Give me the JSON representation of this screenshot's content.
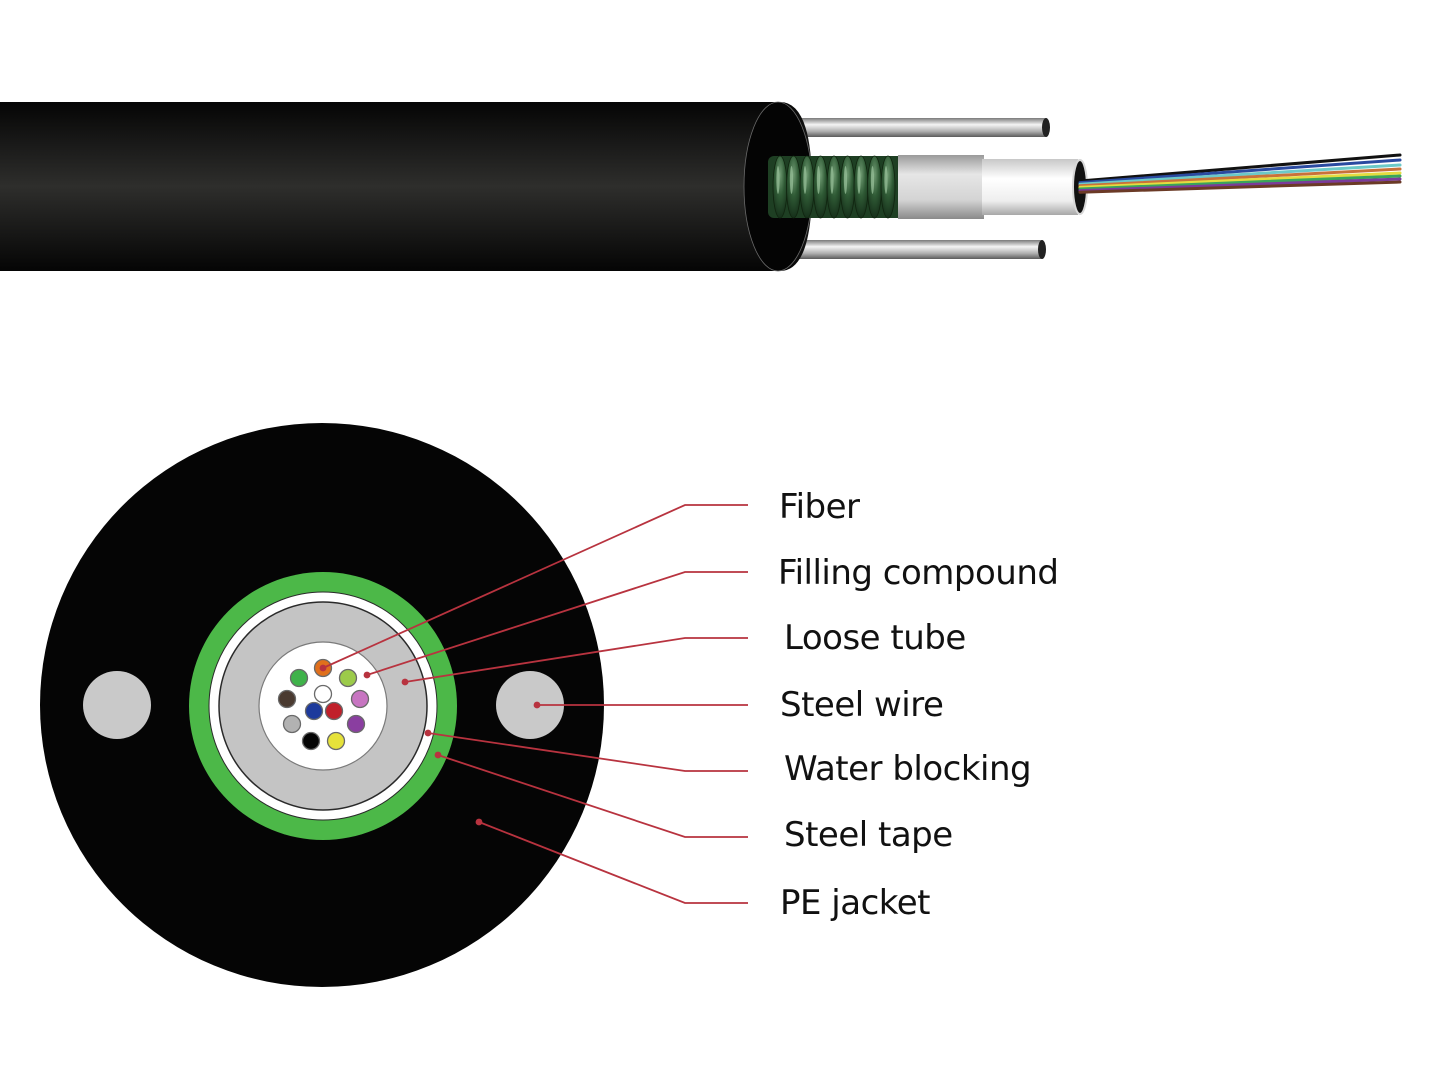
{
  "title": "Optical fiber cable structure",
  "colors": {
    "jacket": "#050505",
    "steel_wire": "#c9c9c9",
    "steel_tape": "#4cb848",
    "water_blocking": "#ffffff",
    "loose_tube": "#c4c4c4",
    "filling_compound": "#ffffff",
    "leader_line": "#b8333f",
    "armor_green": "#2f5a35"
  },
  "fibers": [
    {
      "name": "orange",
      "color": "#e0701c"
    },
    {
      "name": "green",
      "color": "#3fb24a"
    },
    {
      "name": "light-green",
      "color": "#9ccb4a"
    },
    {
      "name": "white",
      "color": "#ffffff"
    },
    {
      "name": "brown",
      "color": "#4a3a30"
    },
    {
      "name": "pink",
      "color": "#c775c1"
    },
    {
      "name": "blue",
      "color": "#1d3a9c"
    },
    {
      "name": "red",
      "color": "#c0202a"
    },
    {
      "name": "grey",
      "color": "#b2b2b2"
    },
    {
      "name": "violet",
      "color": "#8a3ea0"
    },
    {
      "name": "black",
      "color": "#050505"
    },
    {
      "name": "yellow",
      "color": "#e6e23a"
    }
  ],
  "exposed_fibers": [
    {
      "name": "black",
      "color": "#111111"
    },
    {
      "name": "blue",
      "color": "#2a4aa0"
    },
    {
      "name": "aqua",
      "color": "#6cc9c8"
    },
    {
      "name": "orange",
      "color": "#c9713a"
    },
    {
      "name": "yellow",
      "color": "#e4dc40"
    },
    {
      "name": "green",
      "color": "#3aa55a"
    },
    {
      "name": "violet",
      "color": "#7b3b9a"
    },
    {
      "name": "brown",
      "color": "#6b3a26"
    }
  ],
  "labels": [
    {
      "id": "fiber",
      "text": "Fiber"
    },
    {
      "id": "filling-compound",
      "text": "Filling compound"
    },
    {
      "id": "loose-tube",
      "text": "Loose tube"
    },
    {
      "id": "steel-wire",
      "text": "Steel wire"
    },
    {
      "id": "water-blocking",
      "text": "Water blocking"
    },
    {
      "id": "steel-tape",
      "text": "Steel tape"
    },
    {
      "id": "pe-jacket",
      "text": "PE jacket"
    }
  ]
}
